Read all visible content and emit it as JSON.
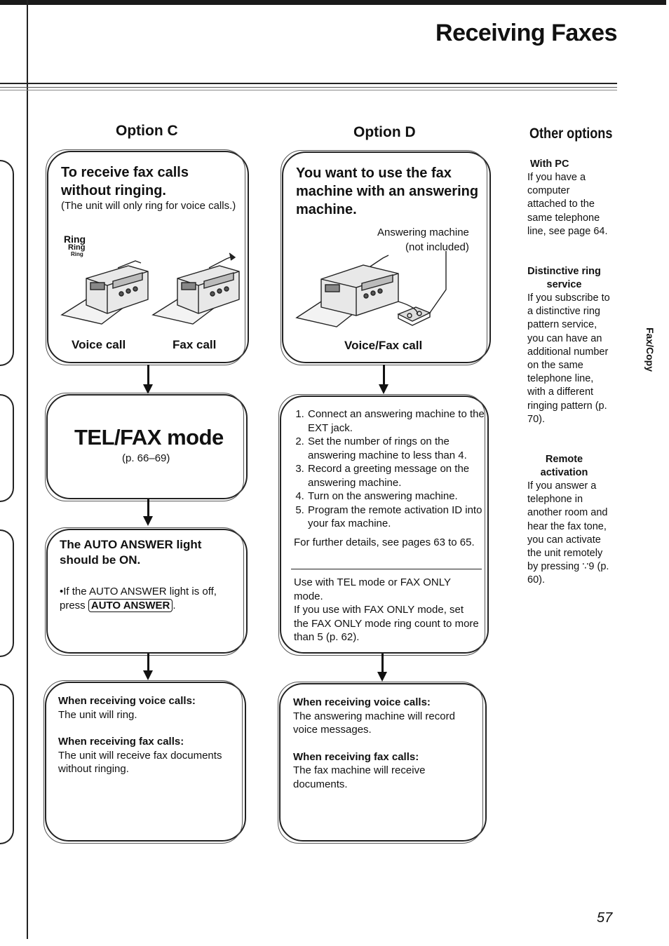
{
  "page": {
    "title": "Receiving Faxes",
    "side_tab": "Fax/Copy",
    "page_number": "57"
  },
  "option_c": {
    "heading": "Option C",
    "box1": {
      "title": "To receive fax calls without ringing.",
      "note": "(The unit will only ring for voice calls.)",
      "ring_words": [
        "Ring",
        "Ring",
        "Ring"
      ],
      "label_left": "Voice call",
      "label_right": "Fax call"
    },
    "box2": {
      "title": "TEL/FAX mode",
      "ref": "(p. 66–69)"
    },
    "box3": {
      "title": "The AUTO ANSWER light should be ON.",
      "bullet_prefix": "If the AUTO ANSWER light is off, press",
      "key": "AUTO ANSWER",
      "bullet_suffix": "."
    },
    "box4": {
      "voice_heading": "When receiving voice calls:",
      "voice_text": "The unit will ring.",
      "fax_heading": "When receiving fax calls:",
      "fax_text": "The unit will receive fax documents without ringing."
    }
  },
  "option_d": {
    "heading": "Option D",
    "box1": {
      "title": "You want to use the fax machine with an answering machine.",
      "callout": "Answering machine",
      "callout2": "(not included)",
      "label": "Voice/Fax call"
    },
    "box2": {
      "steps": [
        "Connect an answering machine to the EXT jack.",
        "Set the number of rings on the answering machine to less than 4.",
        "Record a greeting message on the answering machine.",
        "Turn on the answering machine.",
        "Program the remote activation ID into your fax machine."
      ],
      "details": "For further details, see pages 63 to 65.",
      "mode_note_1": "Use with TEL mode or FAX ONLY mode.",
      "mode_note_2": "If you use with FAX ONLY mode, set the FAX ONLY mode ring count to more than 5 (p. 62)."
    },
    "box3": {
      "voice_heading": "When receiving voice calls:",
      "voice_text": "The answering machine will record voice messages.",
      "fax_heading": "When receiving fax calls:",
      "fax_text": "The fax machine will receive documents."
    }
  },
  "other_options": {
    "heading": "Other options",
    "items": [
      {
        "title": "With PC",
        "text": "If you have a computer attached to the same telephone line, see page 64."
      },
      {
        "title": "Distinctive ring service",
        "text": "If you subscribe to a distinctive ring pattern service, you can have an additional number on the same telephone line, with a different ringing pattern (p. 70)."
      },
      {
        "title": "Remote activation",
        "text": "If you answer a telephone in another room and hear the fax tone, you can activate the unit remotely by pressing ∵9 (p. 60)."
      }
    ]
  },
  "icons": {
    "fax_machine": "fax-machine-illustration",
    "answering_machine": "answering-machine-illustration",
    "arrow": "down-arrow-icon"
  }
}
